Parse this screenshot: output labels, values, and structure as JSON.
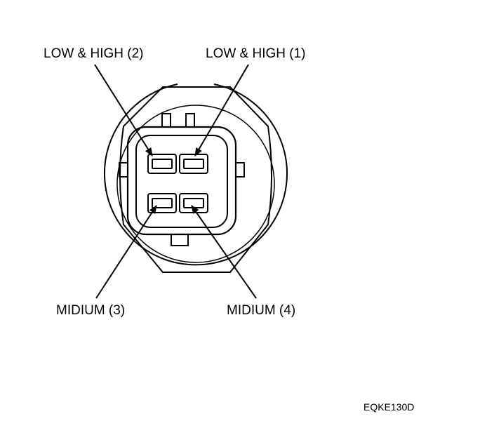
{
  "labels": {
    "pin1": "LOW & HIGH (1)",
    "pin2": "LOW & HIGH (2)",
    "pin3": "MIDIUM (3)",
    "pin4": "MIDIUM (4)"
  },
  "figure_code": "EQKE130D",
  "colors": {
    "ink": "#000000",
    "background": "#ffffff"
  }
}
